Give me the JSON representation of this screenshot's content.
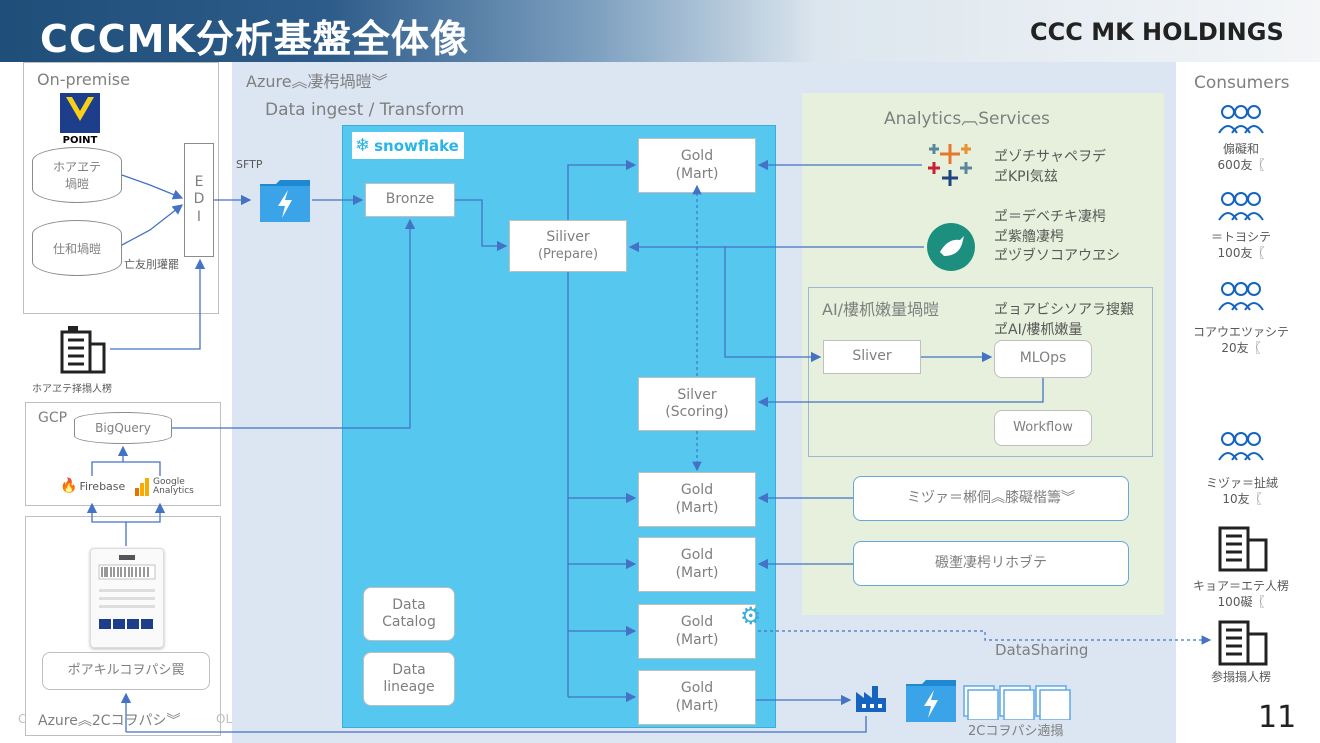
{
  "header": {
    "title": "CCCMK分析基盤全体像",
    "logo": "CCC MK HOLDINGS"
  },
  "onprem": {
    "label": "On-premise",
    "tpoint": "POINT",
    "db1": "ホアヱテ\n堝暟",
    "db2": "仕和堝暟",
    "edi": "E\nD\nI",
    "edi_caption": "亡友刖瓘罷",
    "building_caption": "ホアヱテ择搨人楞"
  },
  "gcp": {
    "label": "GCP",
    "bigquery": "BigQuery",
    "firebase": "Firebase",
    "ga": "Google\nAnalytics"
  },
  "app": {
    "label": "ポアキルコヲパシ罠",
    "azure_label": "Azure︽2Cコヲパシ︾",
    "footer_fragment": "C",
    "footer_fragment2": "OL"
  },
  "azure": {
    "label": "Azure︽凄枵堝暟︾",
    "ingest": "Data ingest / Transform",
    "sftp": "SFTP",
    "snowflake": "snowflake"
  },
  "nodes": {
    "bronze": "Bronze",
    "siliver": "Siliver",
    "siliver_sub": "(Prepare)",
    "gold": "Gold",
    "mart": "(Mart)",
    "silver_scoring": "Silver",
    "scoring_sub": "(Scoring)",
    "catalog": "Data\nCatalog",
    "lineage": "Data\nlineage"
  },
  "analytics": {
    "label": "Analytics︹Services",
    "tableau_line1": "ヹゾチサャペヲデ",
    "tableau_line2": "ヹKPI気玆",
    "bird_line1": "ヹ＝デベチキ凄枵",
    "bird_line2": "ヹ紫艪凄枵",
    "bird_line3": "ヹヅヺソコアウヱシ",
    "ai_label": "AI/樓枛嫩量堝暟",
    "ai_line1": "ヹョアビシソアラ搜艱",
    "ai_line2": "ヹAI/樓枛嫩量",
    "sliver": "Sliver",
    "mlops": "MLOps",
    "workflow": "Workflow",
    "service1": "ミヅァ＝郴侗︽膝礙楷籌︾",
    "service2": "磤壍凄枵リホヺテ",
    "datasharing": "DataSharing",
    "twoc": "2Cコヲパシ遖搨"
  },
  "consumers": {
    "label": "Consumers",
    "c1_name": "傓礙和",
    "c1_count": "600友〖",
    "c2_name": "＝トヨシテ",
    "c2_count": "100友〖",
    "c3_name": "コアウエツァシテ",
    "c3_count": "20友〖",
    "c4_name": "ミヅァ＝扯絨",
    "c4_count": "10友〖",
    "c5_name": "キョア＝エテ人楞",
    "c5_count": "100礙〖",
    "c6_name": "参搨搨人楞"
  },
  "page_number": "11"
}
